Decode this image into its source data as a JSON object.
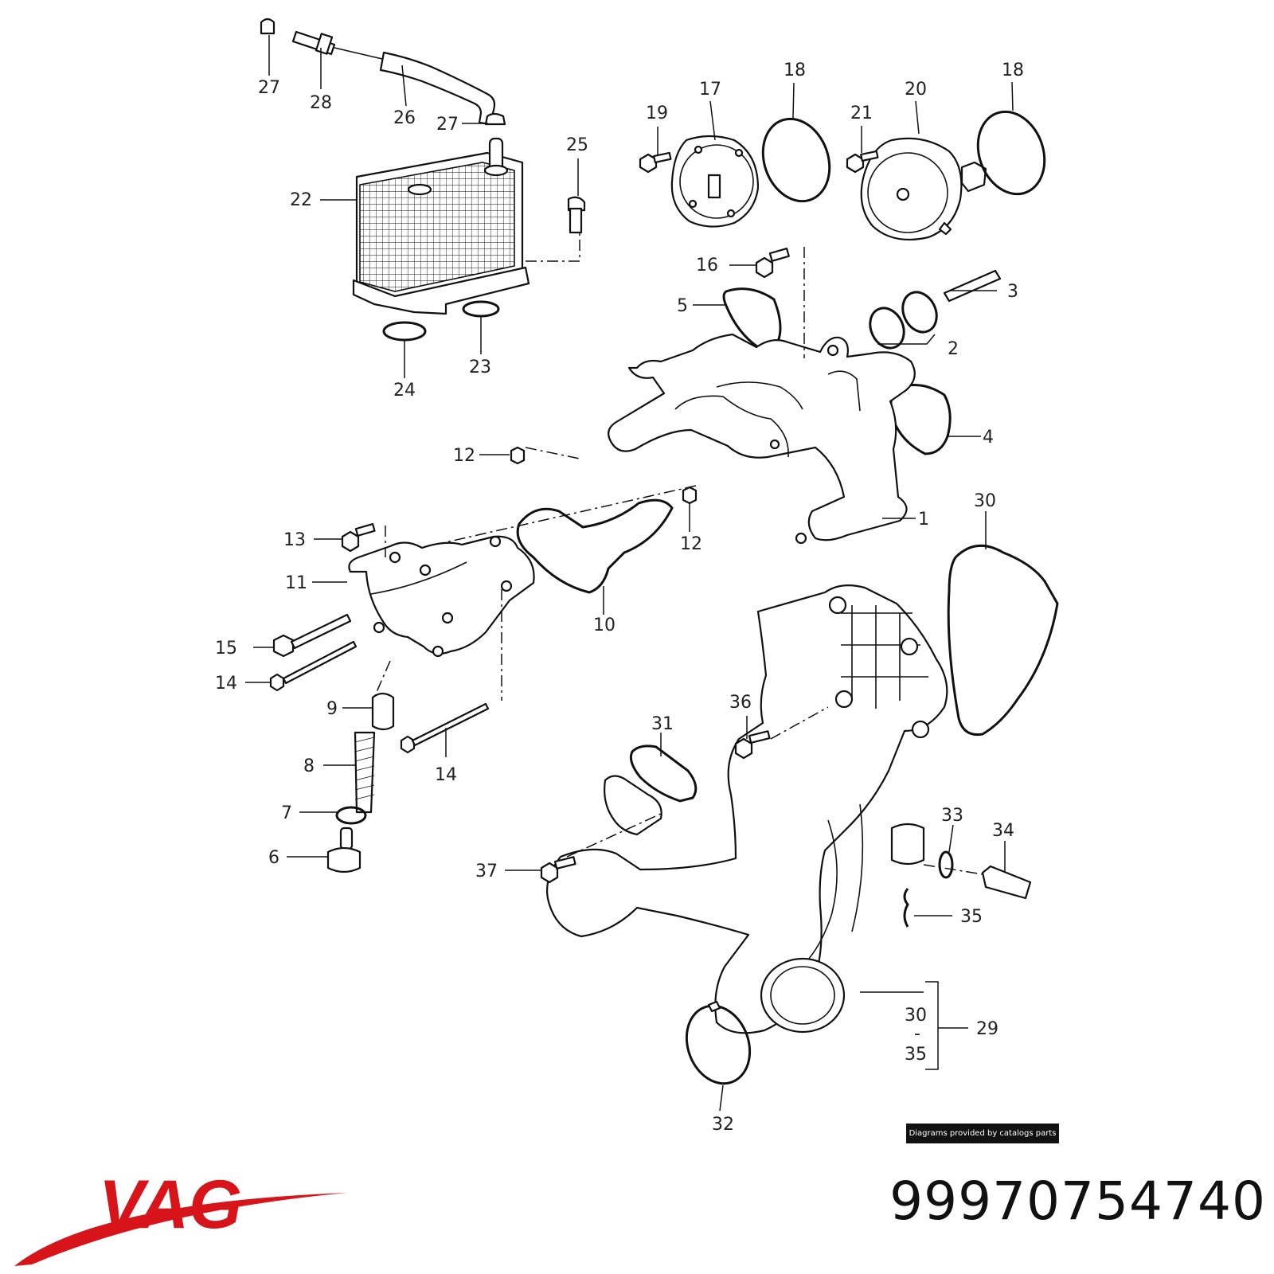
{
  "diagram": {
    "callouts": [
      "27",
      "28",
      "26",
      "27",
      "25",
      "22",
      "23",
      "24",
      "19",
      "17",
      "18",
      "21",
      "20",
      "18",
      "16",
      "5",
      "3",
      "2",
      "4",
      "12",
      "1",
      "12",
      "13",
      "11",
      "10",
      "30",
      "15",
      "14",
      "9",
      "8",
      "14",
      "36",
      "31",
      "7",
      "6",
      "37",
      "33",
      "34",
      "35",
      "30",
      "-",
      "35",
      "29",
      "32"
    ]
  },
  "footer": {
    "credit": "Diagrams provided by catalogs parts",
    "brand": "VAG",
    "part_number": "99970754740",
    "brand_color": "#d6141a"
  }
}
